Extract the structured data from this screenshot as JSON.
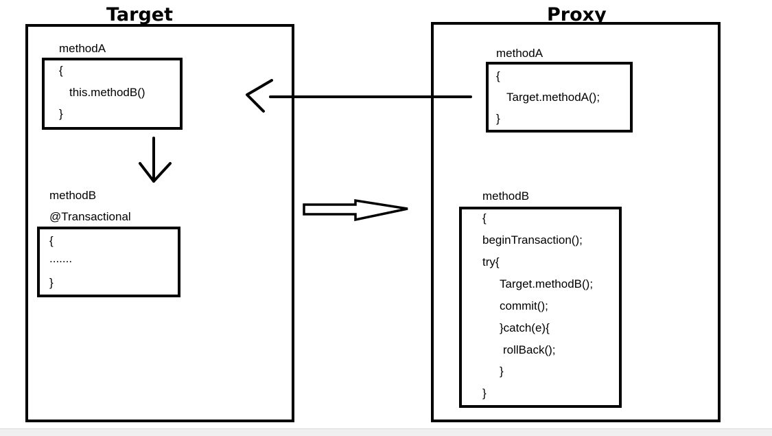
{
  "target": {
    "title": "Target",
    "methodA": {
      "name": "methodA",
      "body": [
        "{",
        "this.methodB()",
        "}"
      ]
    },
    "methodB": {
      "name": "methodB",
      "annotation": "@Transactional",
      "body": [
        "{",
        ".......",
        "}"
      ]
    }
  },
  "proxy": {
    "title": "Proxy",
    "methodA": {
      "name": "methodA",
      "body": [
        "{",
        "Target.methodA();",
        "}"
      ]
    },
    "methodB": {
      "name": "methodB",
      "body": [
        "{",
        "beginTransaction();",
        "try{",
        "Target.methodB();",
        "commit();",
        "}catch(e){",
        "rollBack();",
        "}",
        "}"
      ]
    }
  }
}
